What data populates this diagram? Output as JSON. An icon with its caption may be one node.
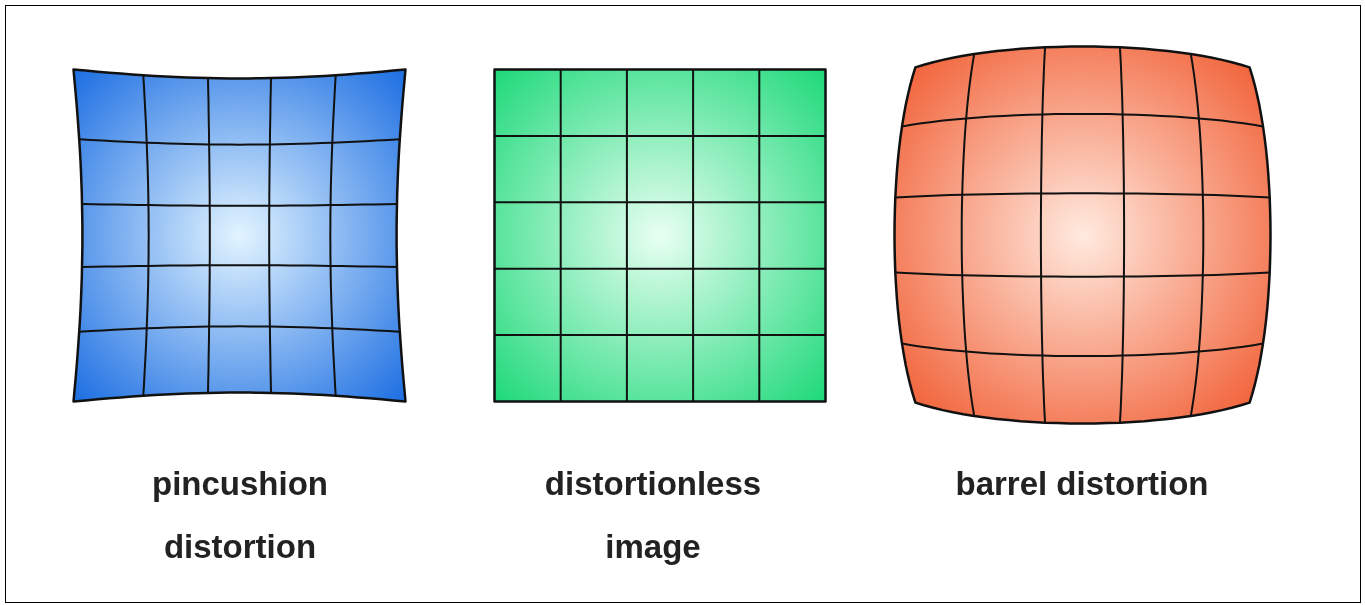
{
  "diagram": {
    "labels": [
      "pincushion distortion",
      "distortionless image",
      "barrel distortion"
    ]
  }
}
